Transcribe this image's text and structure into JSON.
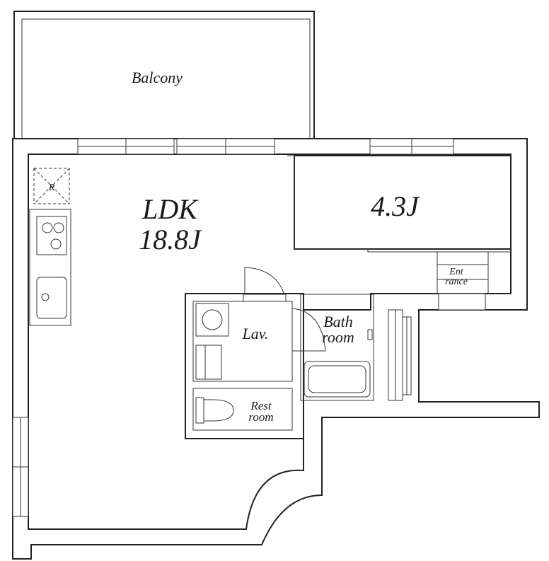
{
  "rooms": {
    "balcony": "Balcony",
    "ldk_name": "LDK",
    "ldk_size": "18.8J",
    "western_size": "4.3J",
    "entrance_line1": "Ent",
    "entrance_line2": "rance",
    "bath_line1": "Bath",
    "bath_line2": "room",
    "lavatory": "Lav.",
    "rest_line1": "Rest",
    "rest_line2": "room"
  },
  "fixtures": {
    "refrigerator_mark": "R"
  }
}
